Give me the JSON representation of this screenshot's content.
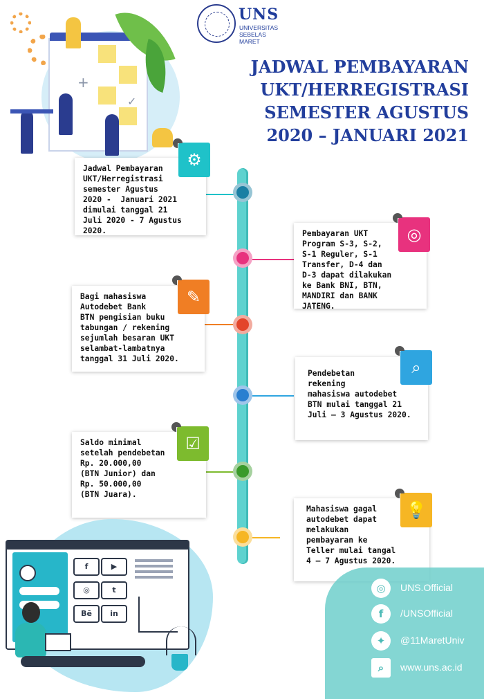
{
  "header": {
    "logo_name": "UNS",
    "university_line1": "UNIVERSITAS",
    "university_line2": "SEBELAS MARET",
    "title_lines": [
      "JADWAL PEMBAYARAN",
      "UKT/HERREGISTRASI",
      "SEMESTER AGUSTUS",
      "2020 – JANUARI 2021"
    ],
    "title_color": "#223E9C"
  },
  "timeline": {
    "spine_color": "#5ED2CF",
    "items": [
      {
        "side": "left",
        "color": "#1FC2C9",
        "icon": "gear-icon",
        "text": "Jadwal Pembayaran\nUKT/Herregistrasi\nsemester Agustus\n2020 -  Januari 2021\ndimulai tanggal 21\nJuli 2020 - 7 Agustus\n2020."
      },
      {
        "side": "right",
        "color": "#E8327E",
        "icon": "target-icon",
        "text": "Pembayaran UKT\nProgram S-3, S-2,\nS-1 Reguler, S-1\nTransfer, D-4 dan\nD-3 dapat dilakukan\nke Bank BNI, BTN,\nMANDIRI dan BANK\nJATENG."
      },
      {
        "side": "left",
        "color": "#F07E24",
        "icon": "document-edit-icon",
        "text": "Bagi mahasiswa\nAutodebet Bank\nBTN pengisian buku\ntabungan / rekening\nsejumlah besaran UKT\nselambat-lambatnya\ntanggal 31 Juli 2020."
      },
      {
        "side": "right",
        "color": "#2FA5E0",
        "icon": "magnifier-icon",
        "text": "Pendebetan\nrekening\nmahasiswa autodebet\nBTN mulai tanggal 21\nJuli – 3 Agustus 2020."
      },
      {
        "side": "left",
        "color": "#7DBB2E",
        "icon": "checklist-icon",
        "text": "Saldo minimal\nsetelah pendebetan\nRp. 20.000,00\n(BTN Junior) dan\nRp. 50.000,00\n(BTN Juara)."
      },
      {
        "side": "right",
        "color": "#F6B624",
        "icon": "lightbulb-icon",
        "text": "Mahasiswa gagal\nautodebet dapat\nmelakukan\npembayaran ke\nTeller mulai tangal\n4 – 7 Agustus 2020."
      }
    ]
  },
  "social": [
    {
      "icon": "instagram-icon",
      "label": "UNS.Official"
    },
    {
      "icon": "facebook-icon",
      "label": "/UNSOfficial"
    },
    {
      "icon": "twitter-icon",
      "label": "@11MaretUniv"
    },
    {
      "icon": "search-icon",
      "label": "www.uns.ac.id"
    }
  ]
}
